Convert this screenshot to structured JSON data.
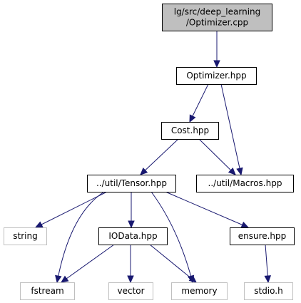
{
  "graph": {
    "colors": {
      "edge": "#191970",
      "root_fill": "#bfbfbf",
      "node_fill": "#ffffff",
      "node_border": "#000000",
      "external_border": "#bfbfbf",
      "text": "#000000"
    },
    "nodes": [
      {
        "id": "optimizer_cpp",
        "kind": "root",
        "lines": [
          "lg/src/deep_learning",
          "/Optimizer.cpp"
        ]
      },
      {
        "id": "optimizer_hpp",
        "kind": "internal",
        "lines": [
          "Optimizer.hpp"
        ]
      },
      {
        "id": "cost_hpp",
        "kind": "internal",
        "lines": [
          "Cost.hpp"
        ]
      },
      {
        "id": "tensor_hpp",
        "kind": "internal",
        "lines": [
          "../util/Tensor.hpp"
        ]
      },
      {
        "id": "macros_hpp",
        "kind": "internal",
        "lines": [
          "../util/Macros.hpp"
        ]
      },
      {
        "id": "string",
        "kind": "external",
        "lines": [
          "string"
        ]
      },
      {
        "id": "iodata_hpp",
        "kind": "internal",
        "lines": [
          "IOData.hpp"
        ]
      },
      {
        "id": "ensure_hpp",
        "kind": "internal",
        "lines": [
          "ensure.hpp"
        ]
      },
      {
        "id": "fstream",
        "kind": "external",
        "lines": [
          "fstream"
        ]
      },
      {
        "id": "vector",
        "kind": "external",
        "lines": [
          "vector"
        ]
      },
      {
        "id": "memory",
        "kind": "external",
        "lines": [
          "memory"
        ]
      },
      {
        "id": "stdio_h",
        "kind": "external",
        "lines": [
          "stdio.h"
        ]
      }
    ],
    "edges": [
      {
        "from": "optimizer_cpp",
        "to": "optimizer_hpp"
      },
      {
        "from": "optimizer_hpp",
        "to": "cost_hpp"
      },
      {
        "from": "optimizer_hpp",
        "to": "macros_hpp"
      },
      {
        "from": "cost_hpp",
        "to": "tensor_hpp"
      },
      {
        "from": "cost_hpp",
        "to": "macros_hpp"
      },
      {
        "from": "tensor_hpp",
        "to": "string"
      },
      {
        "from": "tensor_hpp",
        "to": "fstream"
      },
      {
        "from": "tensor_hpp",
        "to": "iodata_hpp"
      },
      {
        "from": "tensor_hpp",
        "to": "memory"
      },
      {
        "from": "tensor_hpp",
        "to": "ensure_hpp"
      },
      {
        "from": "iodata_hpp",
        "to": "fstream"
      },
      {
        "from": "iodata_hpp",
        "to": "vector"
      },
      {
        "from": "iodata_hpp",
        "to": "memory"
      },
      {
        "from": "ensure_hpp",
        "to": "stdio_h"
      }
    ]
  }
}
